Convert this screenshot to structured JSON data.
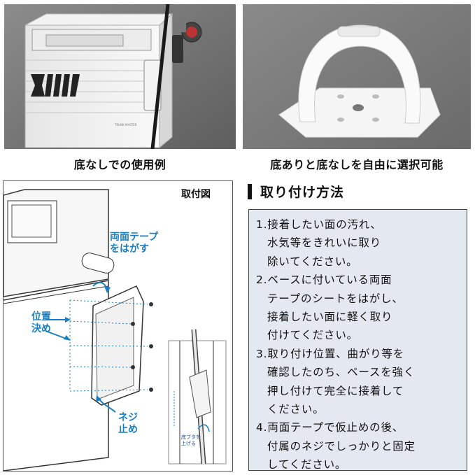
{
  "captions": {
    "left": "底なしでの使用例",
    "right": "底ありと底なしを自由に選択可能"
  },
  "diagram": {
    "title": "取付図",
    "label_tape": [
      "両面テープ",
      "をはがす"
    ],
    "label_position": [
      "位置",
      "決め"
    ],
    "label_screw": [
      "ネジ",
      "止め"
    ],
    "label_bottom": [
      "底ブタを",
      "上げる"
    ]
  },
  "photo": {
    "brand_logo": "daiwa-logo",
    "cooler_small_text": "TRUNK MASTER"
  },
  "instructions": {
    "heading": "取り付け方法",
    "lines": [
      "1.接着したい面の汚れ、",
      "水気等をきれいに取り",
      "除いてください。",
      "2.ベースに付いている両面",
      "テープのシートをはがし、",
      "接着したい面に軽く取り",
      "付けてください。",
      "3.取り付け位置、曲がり等を",
      "確認したのち、ベースを強く",
      "押し付けて完全に接着して",
      "ください。",
      "4.両面テープで仮止めの後、",
      "付属のネジでしっかりと固定",
      "してください。"
    ]
  },
  "colors": {
    "accent_blue": "#1a7fc2",
    "instruction_bg": "#e4e9f1"
  }
}
